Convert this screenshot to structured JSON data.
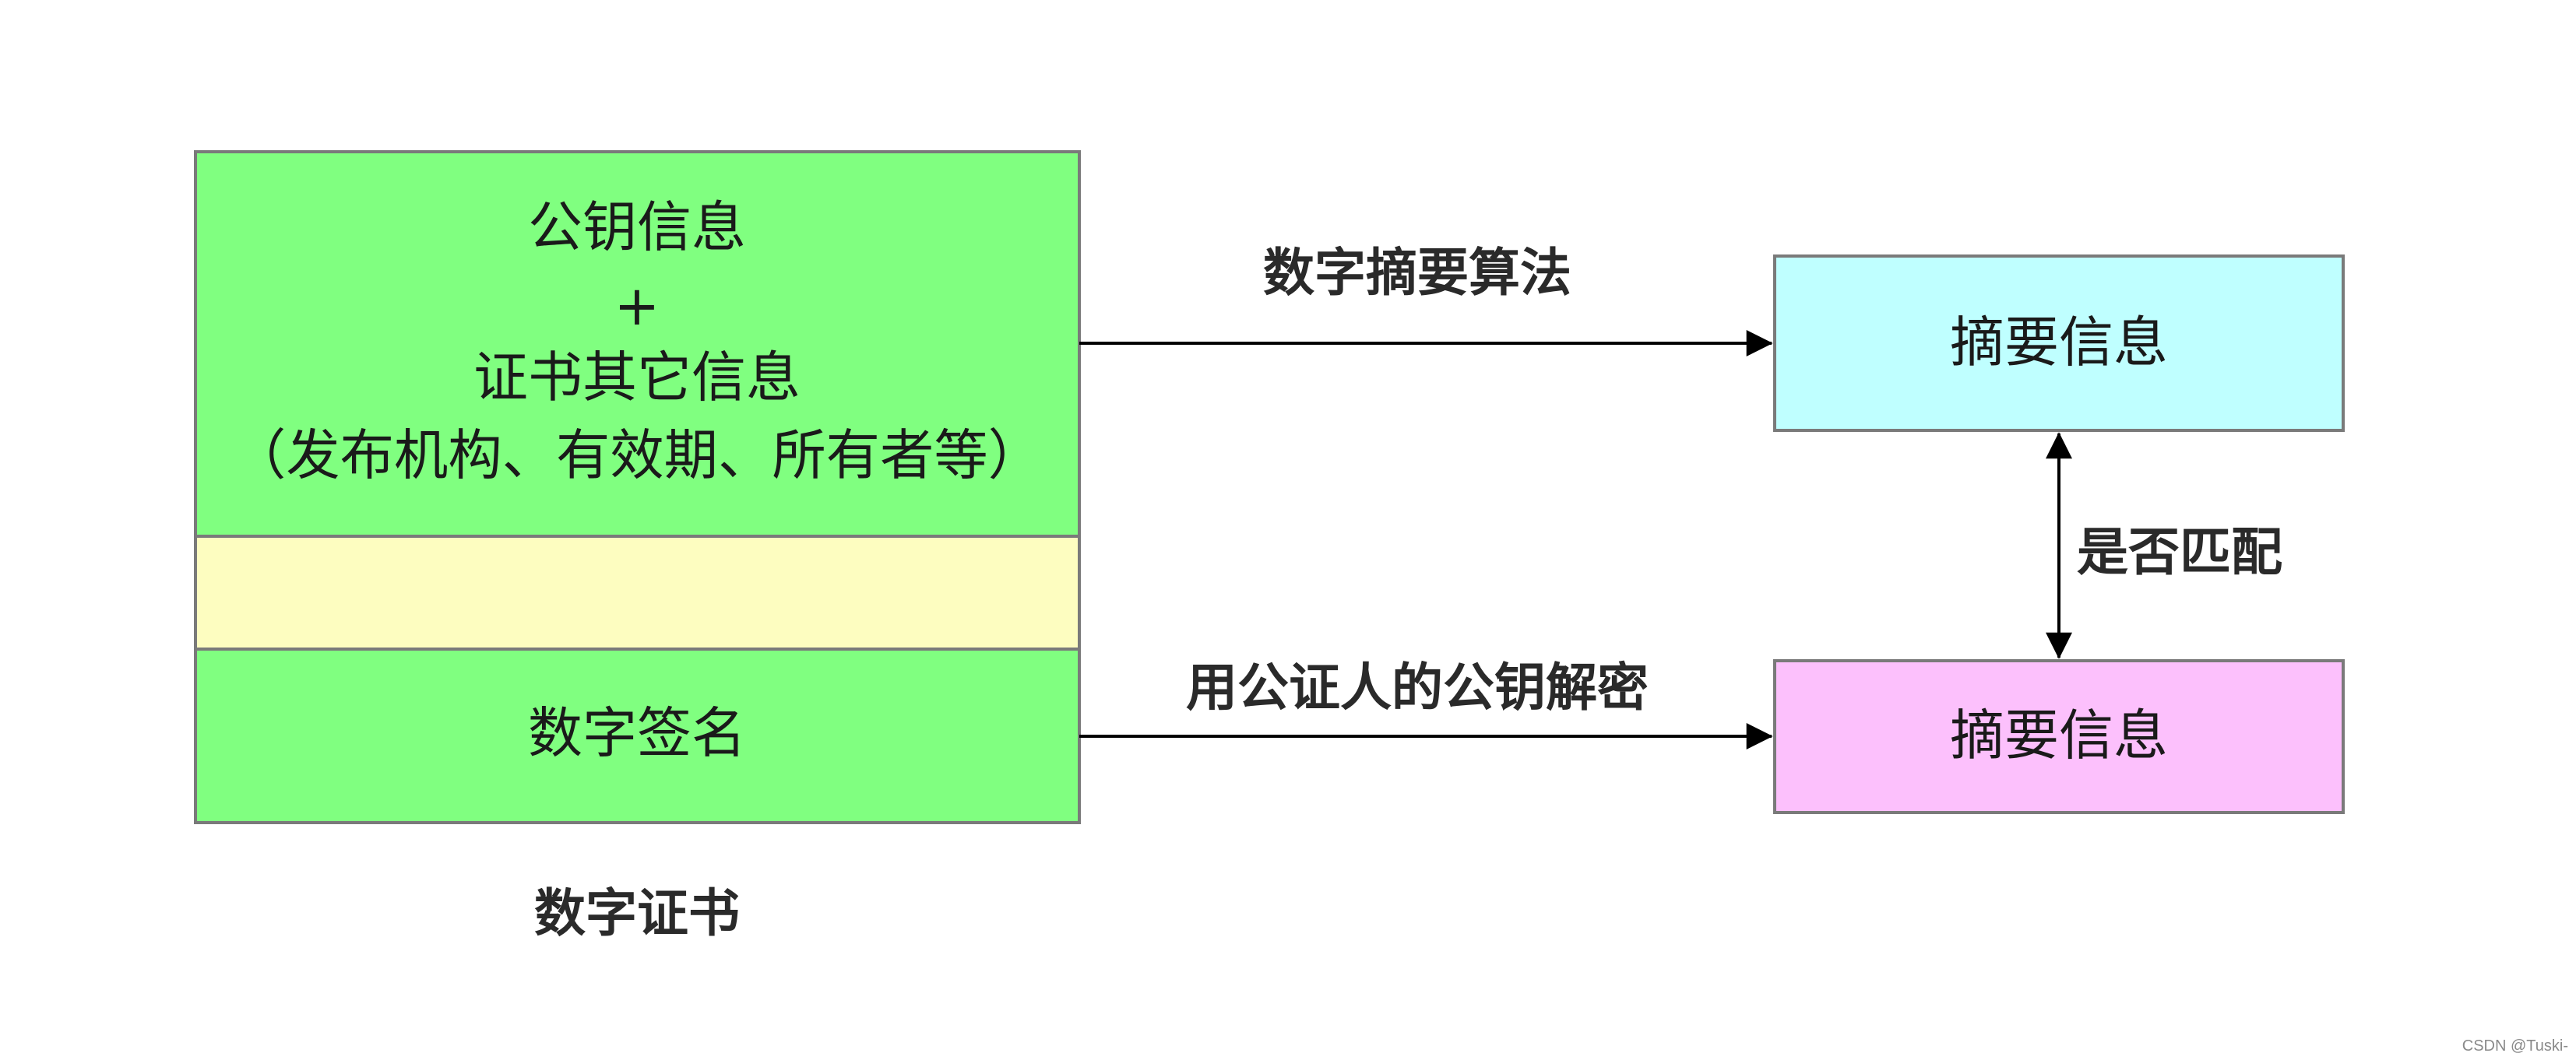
{
  "certificate": {
    "info_lines": [
      "公钥信息",
      "+",
      "证书其它信息",
      "（发布机构、有效期、所有者等）"
    ],
    "middle": "",
    "signature": "数字签名",
    "caption": "数字证书"
  },
  "arrows": {
    "top_label": "数字摘要算法",
    "bottom_label": "用公证人的公钥解密",
    "vertical_label": "是否匹配"
  },
  "digests": {
    "top": "摘要信息",
    "bottom": "摘要信息"
  },
  "watermark": "CSDN @Tuski-",
  "colors": {
    "cert_green": "#80ff80",
    "cert_yellow": "#fdfdc0",
    "digest_cyan": "#bfffff",
    "digest_pink": "#fcc0fc",
    "border": "#7a7a7a",
    "line": "#000000"
  }
}
